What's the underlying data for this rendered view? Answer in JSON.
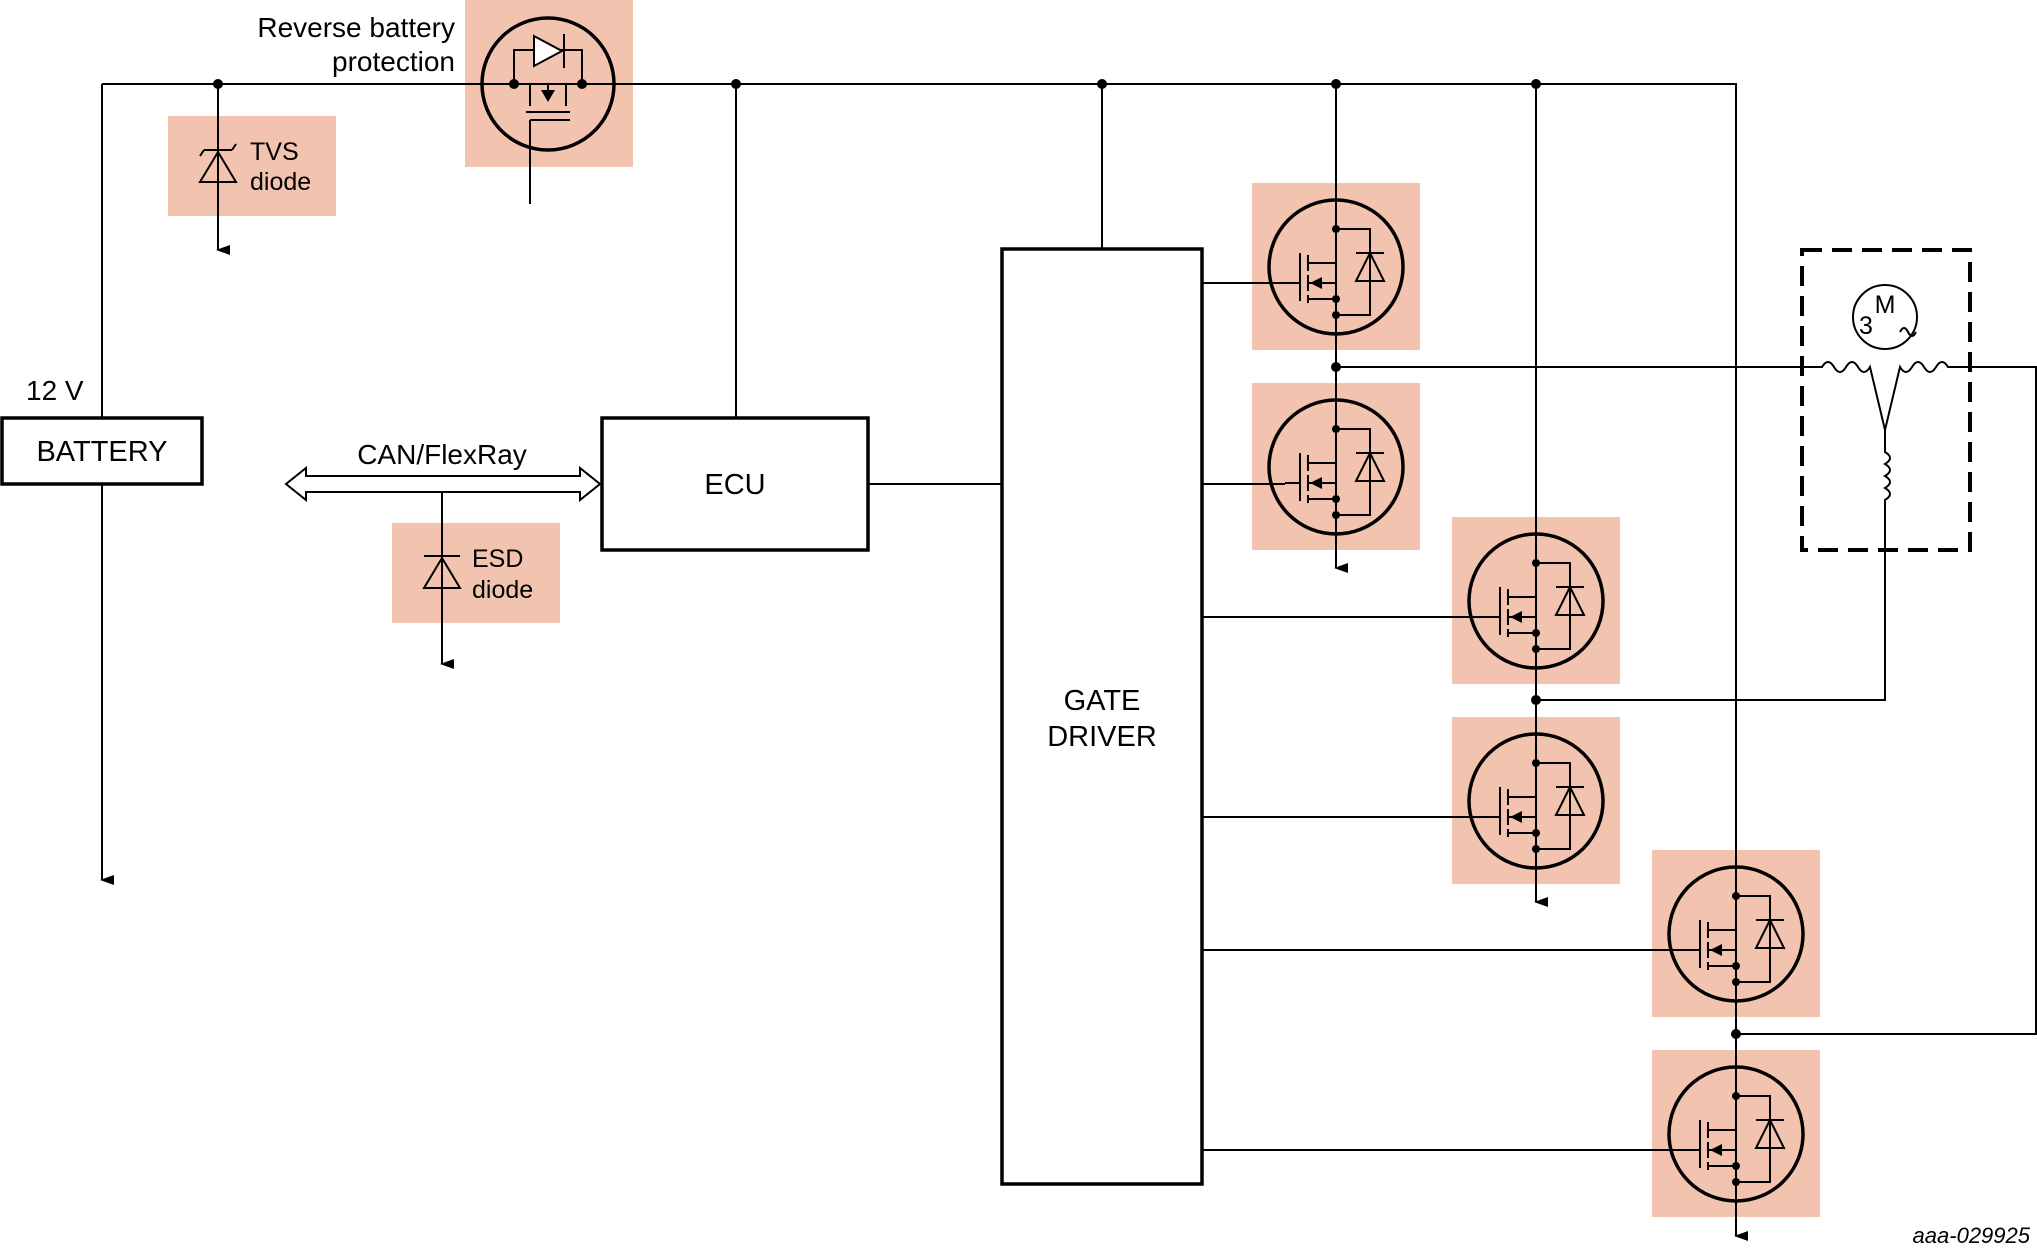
{
  "labels": {
    "reverse_battery_line1": "Reverse battery",
    "reverse_battery_line2": "protection",
    "tvs_line1": "TVS",
    "tvs_line2": "diode",
    "esd_line1": "ESD",
    "esd_line2": "diode",
    "voltage": "12 V",
    "bus": "CAN/FlexRay",
    "motor_symbol_m": "M",
    "motor_symbol_3": "3",
    "reference": "aaa-029925"
  },
  "blocks": {
    "battery": "BATTERY",
    "ecu": "ECU",
    "gate_driver_line1": "GATE",
    "gate_driver_line2": "DRIVER"
  },
  "colors": {
    "component_highlight": "#f2c4b0",
    "line": "#000000"
  }
}
